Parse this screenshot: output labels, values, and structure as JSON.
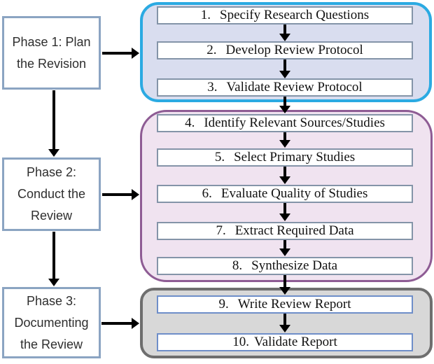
{
  "flowchart": {
    "phases": [
      {
        "name": "Phase 1: Plan the Revision",
        "lines": [
          "Phase 1: Plan",
          "the Revision"
        ]
      },
      {
        "name": "Phase 2: Conduct the Review",
        "lines": [
          "Phase 2:",
          "Conduct the",
          "Review"
        ]
      },
      {
        "name": "Phase 3: Documenting the Review",
        "lines": [
          "Phase 3:",
          "Documenting",
          "the Review"
        ]
      }
    ],
    "groups": [
      {
        "phase": "Phase 1: Plan the Revision",
        "border_color": "#2BAAE2",
        "fill_color": "#D9DDEF",
        "steps": [
          {
            "num": "1.",
            "label": "Specify Research Questions"
          },
          {
            "num": "2.",
            "label": "Develop Review Protocol"
          },
          {
            "num": "3.",
            "label": "Validate Review Protocol"
          }
        ]
      },
      {
        "phase": "Phase 2: Conduct the Review",
        "border_color": "#8E5C94",
        "fill_color": "#F0E3F0",
        "steps": [
          {
            "num": "4.",
            "label": "Identify Relevant Sources/Studies"
          },
          {
            "num": "5.",
            "label": "Select Primary Studies"
          },
          {
            "num": "6.",
            "label": "Evaluate Quality of Studies"
          },
          {
            "num": "7.",
            "label": "Extract Required Data"
          },
          {
            "num": "8.",
            "label": "Synthesize Data"
          }
        ]
      },
      {
        "phase": "Phase 3: Documenting the Review",
        "border_color": "#6E6E6E",
        "fill_color": "#D8D8D8",
        "steps": [
          {
            "num": "9.",
            "label": "Write Review Report"
          },
          {
            "num": "10.",
            "label": "Validate Report"
          }
        ]
      }
    ],
    "colors": {
      "step_box_border": "#8494A8",
      "report_box_border": "#6E8EC9",
      "phase_box_border": "#8BA4C2",
      "arrow": "#000000",
      "background": "#FFFFFF"
    }
  }
}
